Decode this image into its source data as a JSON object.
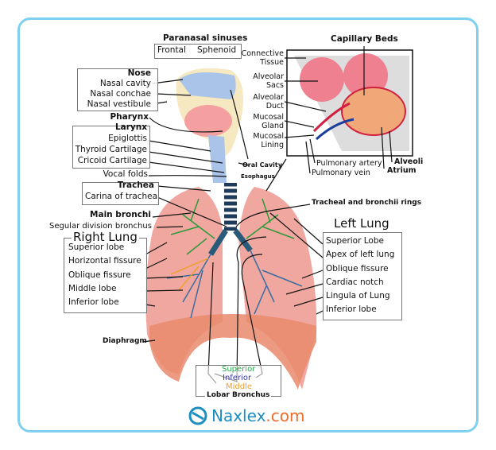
{
  "paranasal": {
    "title": "Paranasal sinuses",
    "frontal": "Frontal",
    "sphenoid": "Sphenoid"
  },
  "nose": {
    "title": "Nose",
    "items": [
      "Nasal cavity",
      "Nasal conchae",
      "Nasal vestibule"
    ]
  },
  "pharynx": "Pharynx",
  "larynx": {
    "title": "Larynx",
    "items": [
      "Epiglottis",
      "Thyroid Cartilage",
      "Cricoid Cartilage"
    ]
  },
  "vocal_folds": "Vocal folds",
  "trachea": {
    "title": "Trachea",
    "carina": "Carina of trachea"
  },
  "main_bronchi": "Main bronchi",
  "segular": "Segular division bronchus",
  "right_lung": {
    "title": "Right Lung",
    "items": [
      "Superior lobe",
      "Horizontal fissure",
      "Oblique fissure",
      "Middle lobe",
      "Inferior lobe"
    ]
  },
  "diaphragm": "Diaphragm",
  "lobar": {
    "superior": "Superior",
    "inferior": "Inferior",
    "middle": "Middle",
    "title": "Lobar Bronchus"
  },
  "left_lung": {
    "title": "Left Lung",
    "items": [
      "Superior Lobe",
      "Apex of left lung",
      "Oblique fissure",
      "Cardiac notch",
      "Lingula of Lung",
      "Inferior lobe"
    ]
  },
  "tracheal_rings": "Tracheal and bronchii rings",
  "oral_cavity": "Oral Cavity",
  "esophagus": "Esophagus",
  "inset": {
    "title": "Capillary Beds",
    "connective": [
      "Connective",
      "Tissue"
    ],
    "sacs": [
      "Alveolar",
      "Sacs"
    ],
    "duct": [
      "Alveolar",
      "Duct"
    ],
    "gland": [
      "Mucosal",
      "Gland"
    ],
    "lining": [
      "Mucosal",
      "Lining"
    ],
    "artery": "Pulmonary artery",
    "vein": "Pulmonary vein",
    "alveoli": "Alveoli",
    "atrium": "Atrium"
  },
  "logo": {
    "name": "Naxlex",
    "dot": ".",
    "tld": "com",
    "colors": {
      "name": "#1a8fc0",
      "tld": "#f06a2a"
    }
  }
}
